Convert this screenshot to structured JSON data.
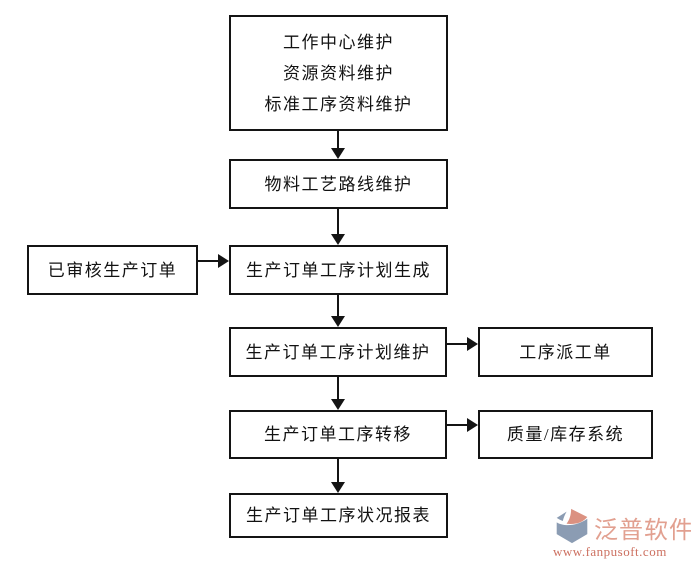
{
  "flowchart": {
    "line_color": "#141414",
    "nodes": {
      "master_data": {
        "lines": [
          "工作中心维护",
          "资源资料维护",
          "标准工序资料维护"
        ]
      },
      "routing": {
        "label": "物料工艺路线维护"
      },
      "approved_order": {
        "label": "已审核生产订单"
      },
      "plan_generate": {
        "label": "生产订单工序计划生成"
      },
      "plan_maintain": {
        "label": "生产订单工序计划维护"
      },
      "dispatch_sheet": {
        "label": "工序派工单"
      },
      "process_transfer": {
        "label": "生产订单工序转移"
      },
      "quality_inventory": {
        "label": "质量/库存系统"
      },
      "status_report": {
        "label": "生产订单工序状况报表"
      }
    }
  },
  "watermark": {
    "brand": "泛普软件",
    "url": "www.fanpusoft.com",
    "brand_color": "#e2a090",
    "url_color": "#cd7161",
    "icon_blue": "#8b9cb3",
    "icon_salmon": "#db9181"
  }
}
